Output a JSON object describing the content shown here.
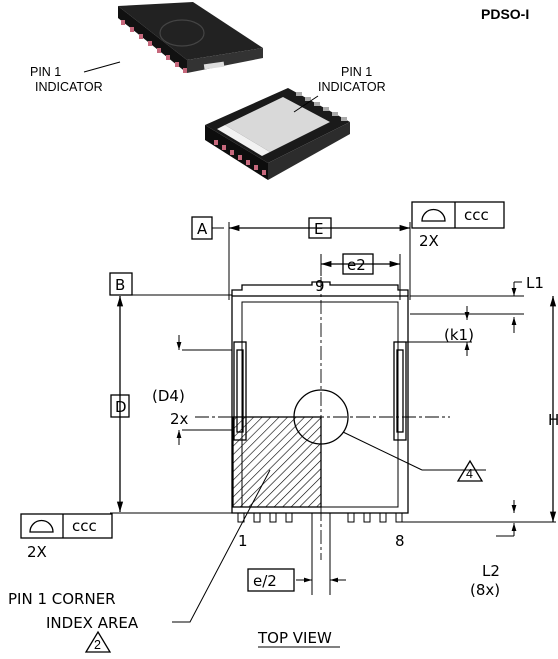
{
  "header": {
    "package_code": "PDSO-I"
  },
  "photo_labels": {
    "pin1_left_line1": "PIN 1",
    "pin1_left_line2": "INDICATOR",
    "pin1_right_line1": "PIN 1",
    "pin1_right_line2": "INDICATOR"
  },
  "dims": {
    "A": "A",
    "E": "E",
    "B": "B",
    "D": "D",
    "e2": "e2",
    "L1": "L1",
    "k1": "(k1)",
    "D4": "(D4)",
    "D4_count": "2x",
    "H": "H",
    "pin9": "9",
    "pin1": "1",
    "pin8": "8",
    "e_half": "e/2",
    "L2": "L2",
    "L2_count": "(8x)"
  },
  "tolerance_top": {
    "value": "ccc",
    "count": "2X"
  },
  "tolerance_left": {
    "value": "ccc",
    "count": "2X"
  },
  "notes": {
    "n4": "4",
    "n2": "2"
  },
  "pin1_area": {
    "line1": "PIN 1 CORNER",
    "line2": "INDEX AREA"
  },
  "view_title": "TOP VIEW"
}
